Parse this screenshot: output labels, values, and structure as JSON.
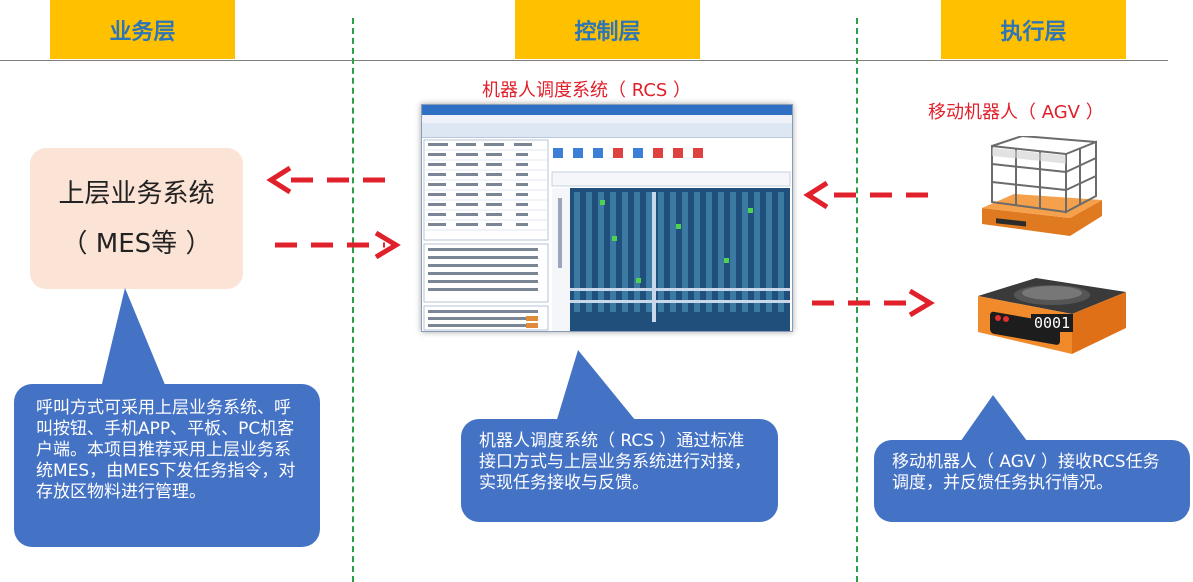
{
  "headers": {
    "business": "业务层",
    "control": "控制层",
    "execution": "执行层"
  },
  "rcs_title": "机器人调度系统（ RCS ）",
  "agv_title": "移动机器人（ AGV ）",
  "mes_box": {
    "line1": "上层业务系统",
    "line2": "（ MES等 ）"
  },
  "bubbles": {
    "business": "呼叫方式可采用上层业务系统、呼叫按钮、手机APP、平板、PC机客户端。本项目推荐采用上层业务系统MES，由MES下发任务指令，对存放区物料进行管理。",
    "control": "机器人调度系统（ RCS ）通过标准接口方式与上层业务系统进行对接，实现任务接收与反馈。",
    "execution": "移动机器人（ AGV ）接收RCS任务调度，并反馈任务执行情况。"
  },
  "agv_counter": "0001",
  "colors": {
    "header_bg": "#FFC000",
    "header_text": "#2E75B6",
    "arrow": "#E0202A",
    "bubble": "#4472C4",
    "mes_bg": "#FBE3D6",
    "divider": "#2E9E46",
    "agv_orange": "#F08A2A"
  },
  "icons": {
    "arrow_left": "arrow-left-icon",
    "arrow_right": "arrow-right-icon",
    "rack_agv": "rack-agv-icon",
    "lift_agv": "lift-agv-icon",
    "rcs_screenshot": "rcs-screenshot-icon"
  }
}
